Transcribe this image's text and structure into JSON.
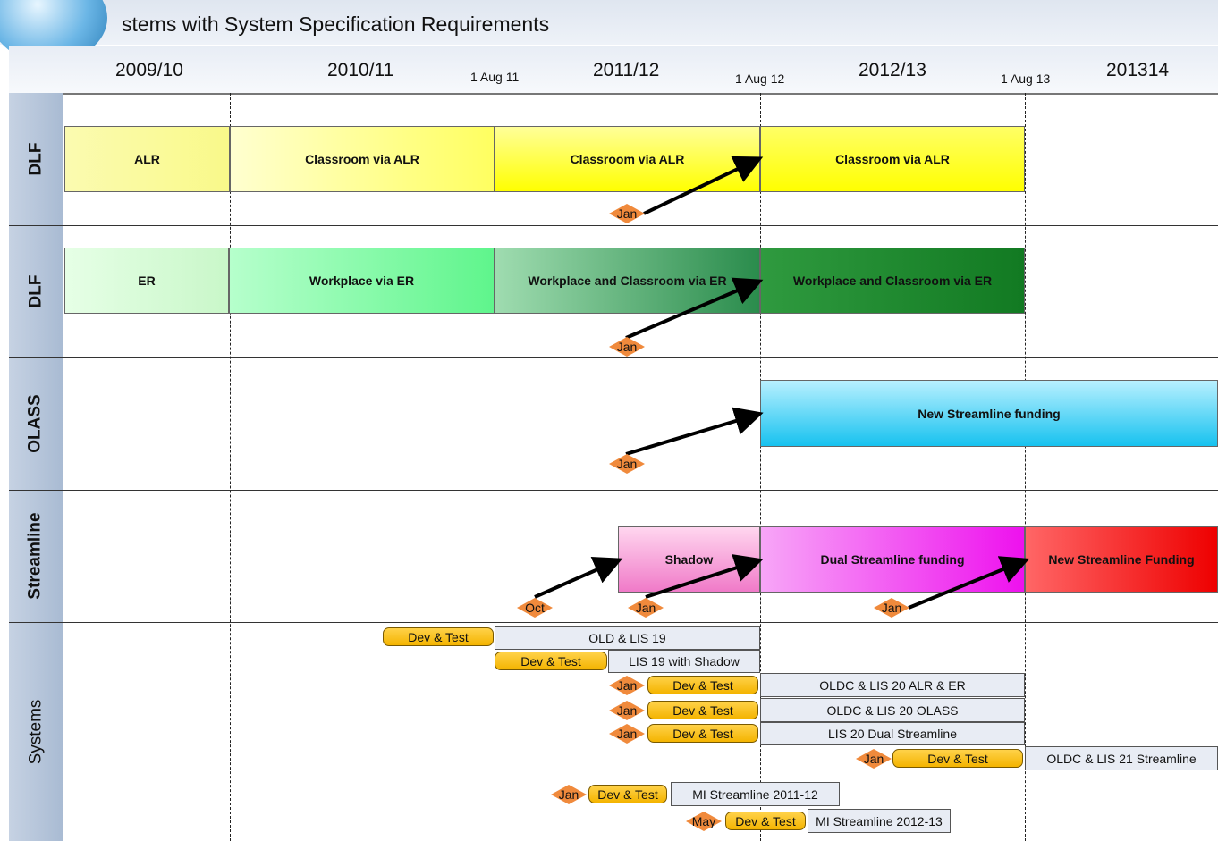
{
  "title": "stems with System Specification Requirements",
  "years": [
    "2009/10",
    "2010/11",
    "2011/12",
    "2012/13",
    "201314"
  ],
  "aug_markers": [
    "1 Aug 11",
    "1 Aug 12",
    "1 Aug 13"
  ],
  "rows": [
    {
      "label": "DLF"
    },
    {
      "label": "DLF"
    },
    {
      "label": "OLASS"
    },
    {
      "label": "Streamline"
    },
    {
      "label": "Systems"
    }
  ],
  "bars": {
    "alr": "ALR",
    "classroom1": "Classroom via ALR",
    "classroom2": "Classroom via ALR",
    "classroom3": "Classroom via ALR",
    "er": "ER",
    "workplace": "Workplace via ER",
    "wc1": "Workplace and Classroom via ER",
    "wc2": "Workplace and Classroom via ER",
    "olass_new": "New Streamline funding",
    "shadow": "Shadow",
    "dual": "Dual Streamline funding",
    "sl_new": "New Streamline Funding"
  },
  "systems": {
    "dev_label": "Dev & Test",
    "old_lis19": "OLD & LIS 19",
    "lis19_shadow": "LIS 19 with Shadow",
    "oldc20_alr_er": "OLDC & LIS 20 ALR & ER",
    "oldc20_olass": "OLDC & LIS 20 OLASS",
    "lis20_dual": "LIS 20 Dual Streamline",
    "oldc21": "OLDC & LIS 21 Streamline",
    "mi_1112": "MI Streamline 2011-12",
    "mi_1213": "MI Streamline 2012-13"
  },
  "milestones": {
    "jan": "Jan",
    "oct": "Oct",
    "may": "May"
  },
  "colors": {
    "yellow": "#ffff33",
    "green_dark": "#1a7a2a",
    "cyan": "#1ec8f0",
    "magenta": "#ee22ee",
    "red": "#ee1111",
    "pink": "#f07ac8",
    "milestone": "#f08a3c",
    "dev": "#f4b400"
  }
}
